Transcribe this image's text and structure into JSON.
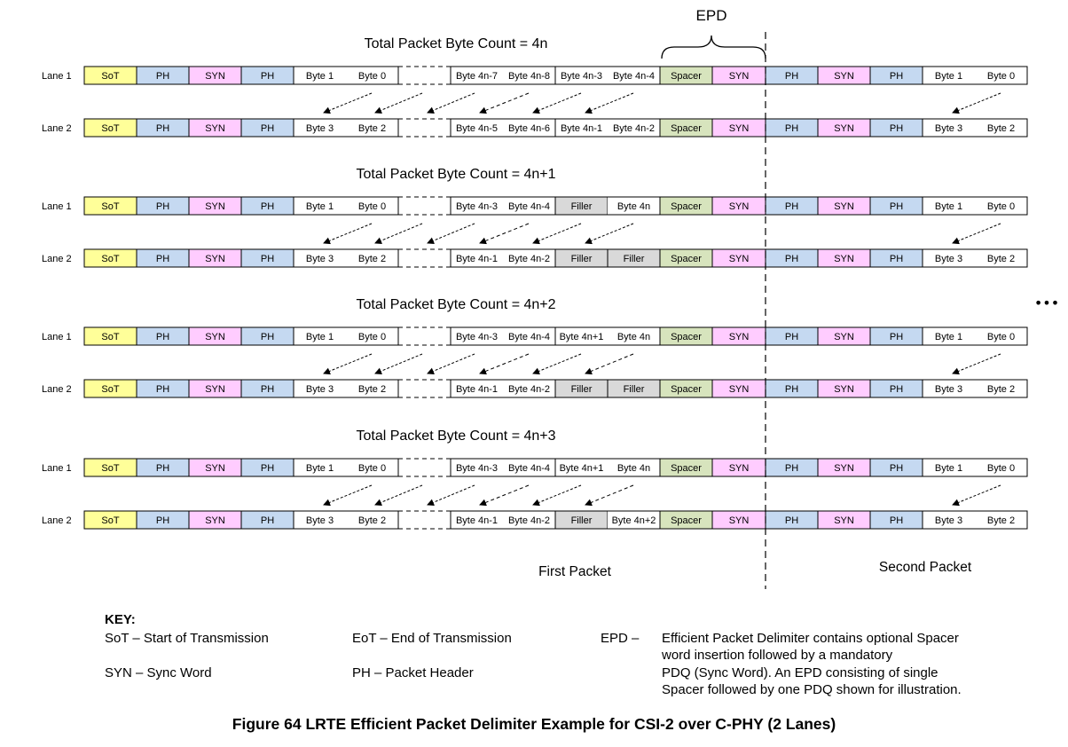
{
  "epd_label": "EPD",
  "lane_labels": [
    "Lane 1",
    "Lane 2"
  ],
  "sections": [
    {
      "title": "Total Packet Byte Count = 4n",
      "lane1": [
        "SoT",
        "PH",
        "SYN",
        "PH",
        "Byte 1",
        "Byte 0",
        "Byte 4n-7",
        "Byte 4n-8",
        "Byte 4n-3",
        "Byte 4n-4",
        "Spacer",
        "SYN",
        "PH",
        "SYN",
        "PH",
        "Byte 1",
        "Byte 0"
      ],
      "lane2": [
        "SoT",
        "PH",
        "SYN",
        "PH",
        "Byte 3",
        "Byte 2",
        "Byte 4n-5",
        "Byte 4n-6",
        "Byte 4n-1",
        "Byte 4n-2",
        "Spacer",
        "SYN",
        "PH",
        "SYN",
        "PH",
        "Byte 3",
        "Byte 2"
      ]
    },
    {
      "title": "Total Packet Byte Count = 4n+1",
      "lane1": [
        "SoT",
        "PH",
        "SYN",
        "PH",
        "Byte 1",
        "Byte 0",
        "Byte 4n-3",
        "Byte 4n-4",
        "Filler",
        "Byte 4n",
        "Spacer",
        "SYN",
        "PH",
        "SYN",
        "PH",
        "Byte 1",
        "Byte 0"
      ],
      "lane2": [
        "SoT",
        "PH",
        "SYN",
        "PH",
        "Byte 3",
        "Byte 2",
        "Byte 4n-1",
        "Byte 4n-2",
        "Filler",
        "Filler",
        "Spacer",
        "SYN",
        "PH",
        "SYN",
        "PH",
        "Byte 3",
        "Byte 2"
      ]
    },
    {
      "title": "Total Packet Byte Count = 4n+2",
      "lane1": [
        "SoT",
        "PH",
        "SYN",
        "PH",
        "Byte 1",
        "Byte 0",
        "Byte 4n-3",
        "Byte 4n-4",
        "Byte 4n+1",
        "Byte 4n",
        "Spacer",
        "SYN",
        "PH",
        "SYN",
        "PH",
        "Byte 1",
        "Byte 0"
      ],
      "lane2": [
        "SoT",
        "PH",
        "SYN",
        "PH",
        "Byte 3",
        "Byte 2",
        "Byte 4n-1",
        "Byte 4n-2",
        "Filler",
        "Filler",
        "Spacer",
        "SYN",
        "PH",
        "SYN",
        "PH",
        "Byte 3",
        "Byte 2"
      ]
    },
    {
      "title": "Total Packet Byte Count = 4n+3",
      "lane1": [
        "SoT",
        "PH",
        "SYN",
        "PH",
        "Byte 1",
        "Byte 0",
        "Byte 4n-3",
        "Byte 4n-4",
        "Byte 4n+1",
        "Byte 4n",
        "Spacer",
        "SYN",
        "PH",
        "SYN",
        "PH",
        "Byte 1",
        "Byte 0"
      ],
      "lane2": [
        "SoT",
        "PH",
        "SYN",
        "PH",
        "Byte 3",
        "Byte 2",
        "Byte 4n-1",
        "Byte 4n-2",
        "Filler",
        "Byte 4n+2",
        "Spacer",
        "SYN",
        "PH",
        "SYN",
        "PH",
        "Byte 3",
        "Byte 2"
      ]
    }
  ],
  "continuation": "•••",
  "first_packet_label": "First Packet",
  "second_packet_label": "Second Packet",
  "key": {
    "title": "KEY:",
    "sot": "SoT – Start of Transmission",
    "eot": "EoT – End of Transmission",
    "syn": "SYN – Sync Word",
    "ph": "PH – Packet Header",
    "epd_term": "EPD –",
    "epd_lines": [
      "Efficient Packet Delimiter contains optional Spacer",
      "word insertion followed by a mandatory",
      "PDQ (Sync Word). An EPD consisting of single",
      "Spacer followed by one PDQ shown for illustration."
    ]
  },
  "caption": "Figure 64 LRTE Efficient Packet Delimiter Example for CSI-2 over C-PHY (2 Lanes)",
  "colors": {
    "SoT": "#ffff99",
    "PH": "#c5d9f1",
    "SYN": "#ffccff",
    "Spacer": "#d7e4bd",
    "Filler": "#d9d9d9",
    "Byte": "#ffffff"
  }
}
